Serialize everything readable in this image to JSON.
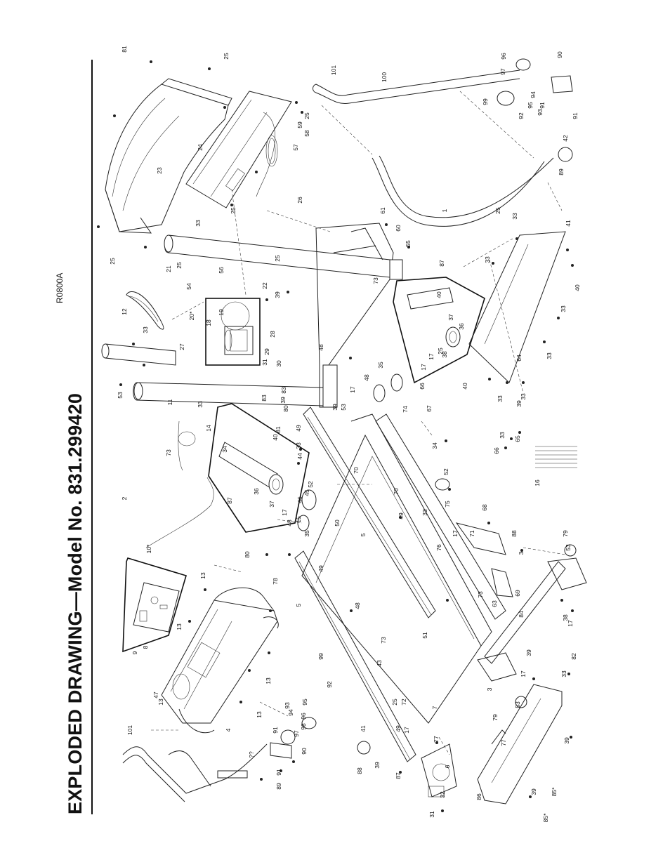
{
  "title": "EXPLODED DRAWING—Model No. 831.299420",
  "drawing_code": "R0800A",
  "part_labels": [
    "1",
    "2",
    "3",
    "3",
    "4",
    "5",
    "5",
    "6",
    "7",
    "8",
    "9",
    "10*",
    "11",
    "12",
    "13",
    "13",
    "13",
    "13",
    "13",
    "14",
    "15",
    "16",
    "17",
    "17",
    "17",
    "17",
    "17",
    "17",
    "17",
    "17",
    "18",
    "19",
    "20*",
    "21",
    "22",
    "23",
    "24",
    "25",
    "25",
    "25",
    "25",
    "25",
    "25",
    "25",
    "25",
    "25",
    "26",
    "27",
    "28",
    "29",
    "30",
    "31",
    "31",
    "32",
    "33",
    "33",
    "33",
    "33",
    "33",
    "33",
    "33",
    "33",
    "33",
    "33",
    "33",
    "33",
    "33",
    "34",
    "34",
    "35",
    "35",
    "36",
    "36",
    "37",
    "37",
    "38",
    "38",
    "39",
    "39",
    "39",
    "39",
    "39",
    "39",
    "39",
    "39",
    "40",
    "40",
    "40",
    "40",
    "41",
    "41",
    "42",
    "43",
    "44",
    "45",
    "46",
    "47",
    "48",
    "48",
    "48",
    "48",
    "49",
    "49",
    "49",
    "49",
    "50",
    "51",
    "52",
    "52",
    "53",
    "53",
    "53",
    "53",
    "54",
    "55",
    "56",
    "57",
    "58",
    "59",
    "60",
    "61",
    "63",
    "64",
    "65",
    "66",
    "66",
    "67",
    "68",
    "69",
    "70",
    "70",
    "71",
    "72",
    "73",
    "73",
    "73",
    "73",
    "74",
    "75",
    "76",
    "77",
    "77",
    "78",
    "79",
    "79",
    "80",
    "80",
    "81",
    "81",
    "82",
    "83",
    "83",
    "84",
    "85*",
    "85*",
    "86",
    "87",
    "87",
    "87",
    "88",
    "88",
    "89",
    "89",
    "90",
    "90",
    "91",
    "91",
    "91",
    "91",
    "92",
    "92",
    "93",
    "93",
    "94",
    "94",
    "95",
    "95",
    "96",
    "96",
    "97",
    "97",
    "98",
    "99",
    "99",
    "100",
    "101",
    "101",
    "??"
  ]
}
